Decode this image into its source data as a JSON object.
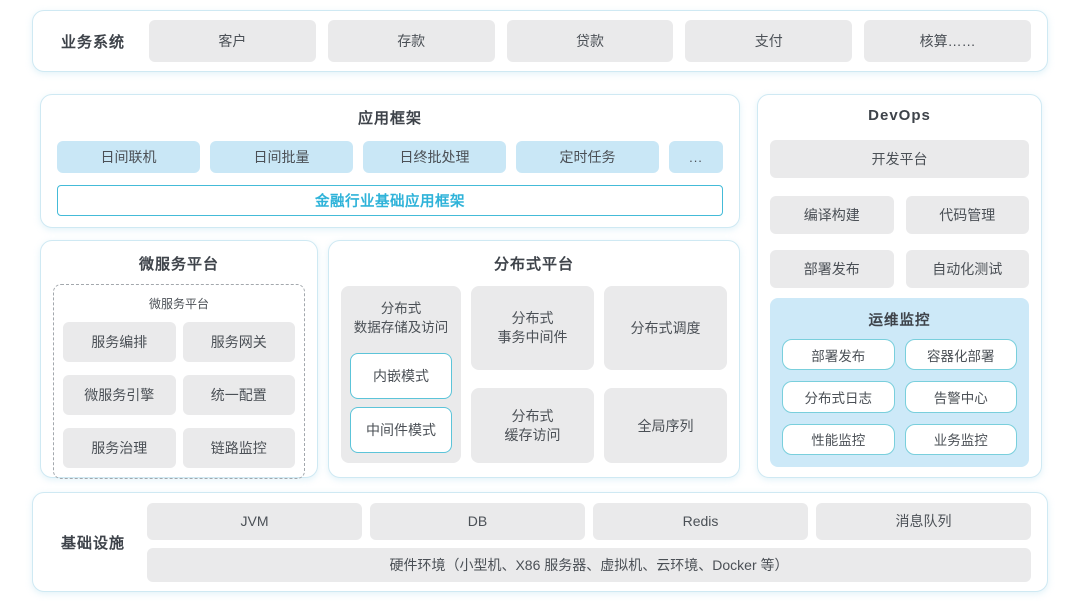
{
  "colors": {
    "accent_cyan": "#2fb3d9",
    "panel_border": "#cfe9f3",
    "gray_button_bg": "#eaeaeb",
    "blue_button_bg": "#c9e7f6",
    "ops_panel_bg": "#cde9f8",
    "ops_button_border": "#79cfdc",
    "text": "#4b5056"
  },
  "business_systems": {
    "label": "业务系统",
    "items": [
      "客户",
      "存款",
      "贷款",
      "支付",
      "核算……"
    ]
  },
  "app_framework": {
    "title": "应用框架",
    "items": [
      "日间联机",
      "日间批量",
      "日终批处理",
      "定时任务",
      "..."
    ],
    "base_framework": "金融行业基础应用框架"
  },
  "microservice_platform": {
    "title": "微服务平台",
    "inner_title": "微服务平台",
    "items": [
      "服务编排",
      "服务网关",
      "微服务引擎",
      "统一配置",
      "服务治理",
      "链路监控"
    ]
  },
  "distributed_platform": {
    "title": "分布式平台",
    "storage": {
      "label": "分布式\n数据存储及访问",
      "modes": [
        "内嵌模式",
        "中间件模式"
      ]
    },
    "items": [
      "分布式\n事务中间件",
      "分布式调度",
      "分布式\n缓存访问",
      "全局序列"
    ]
  },
  "devops": {
    "title": "DevOps",
    "dev_platform": "开发平台",
    "items": [
      "编译构建",
      "代码管理",
      "部署发布",
      "自动化测试"
    ],
    "ops_monitor": {
      "title": "运维监控",
      "items": [
        "部署发布",
        "容器化部署",
        "分布式日志",
        "告警中心",
        "性能监控",
        "业务监控"
      ]
    }
  },
  "infrastructure": {
    "label": "基础设施",
    "items": [
      "JVM",
      "DB",
      "Redis",
      "消息队列"
    ],
    "hardware": "硬件环境（小型机、X86 服务器、虚拟机、云环境、Docker 等）"
  }
}
